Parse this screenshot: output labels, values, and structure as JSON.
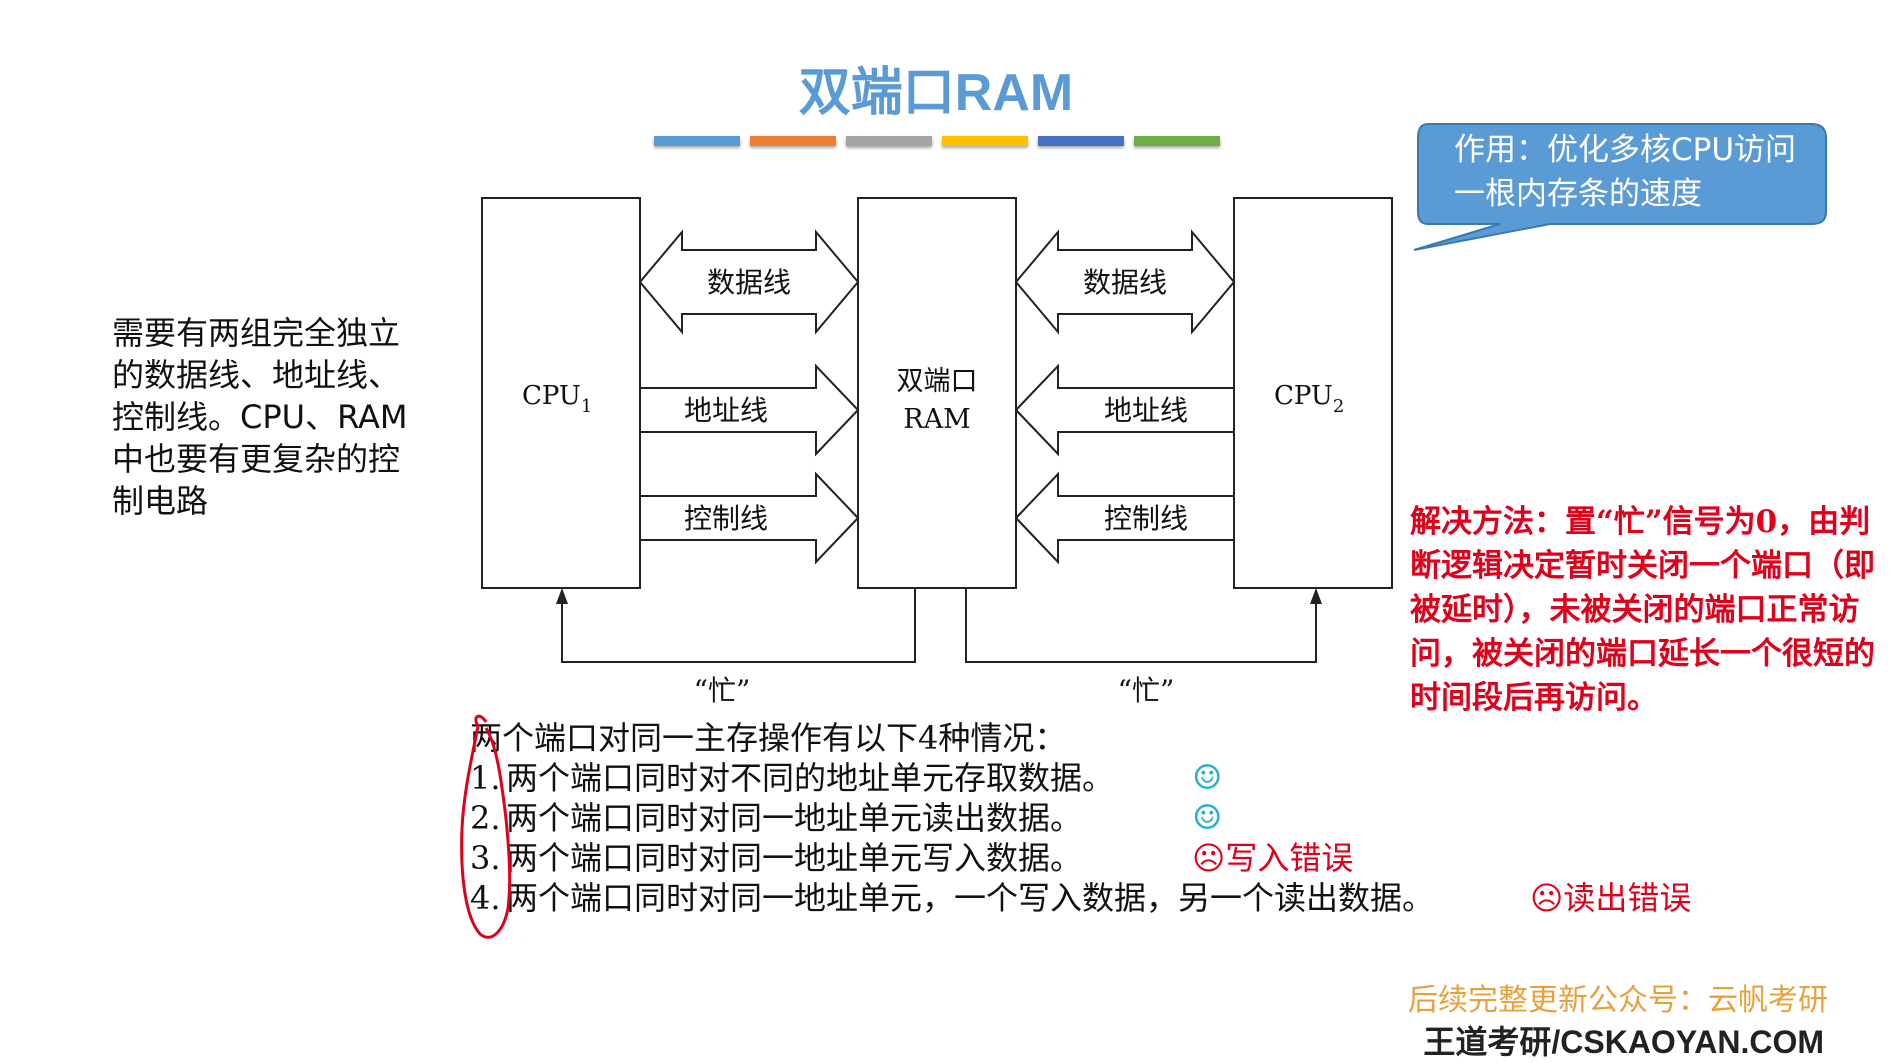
{
  "title": "双端口RAM",
  "color_bars": [
    "#5b9bd5",
    "#ed7d31",
    "#a5a5a5",
    "#ffc000",
    "#4472c4",
    "#70ad47"
  ],
  "left_note": "需要有两组完全独立的数据线、地址线、控制线。CPU、RAM中也要有更复杂的控制电路",
  "callout": "作用：优化多核CPU访问一根内存条的速度",
  "solution": "解决方法：置“忙”信号为0，由判断逻辑决定暂时关闭一个端口（即被延时），未被关闭的端口正常访问，被关闭的端口延长一个很短的时间段后再访问。",
  "diagram": {
    "cpu1_base": "CPU",
    "cpu1_sub": "1",
    "cpu2_base": "CPU",
    "cpu2_sub": "2",
    "ram_line1": "双端口",
    "ram_line2": "RAM",
    "data_line": "数据线",
    "addr_line": "地址线",
    "ctrl_line": "控制线",
    "busy": "“忙”"
  },
  "cases": {
    "intro": "两个端口对同一主存操作有以下4种情况：",
    "items": [
      {
        "num": "1.",
        "text": "两个端口同时对不同的地址单元存取数据。",
        "icon": "☺"
      },
      {
        "num": "2.",
        "text": "两个端口同时对同一地址单元读出数据。",
        "icon": "☺"
      },
      {
        "num": "3.",
        "text": "两个端口同时对同一地址单元写入数据。",
        "icon": "☹",
        "mark": "写入错误"
      },
      {
        "num": "4.",
        "text": "两个端口同时对同一地址单元，一个写入数据，另一个读出数据。",
        "icon": "☹",
        "mark": "读出错误"
      }
    ]
  },
  "footer": {
    "line1": "后续完整更新公众号：云帆考研",
    "line2": "王道考研/CSKAOYAN.COM"
  }
}
